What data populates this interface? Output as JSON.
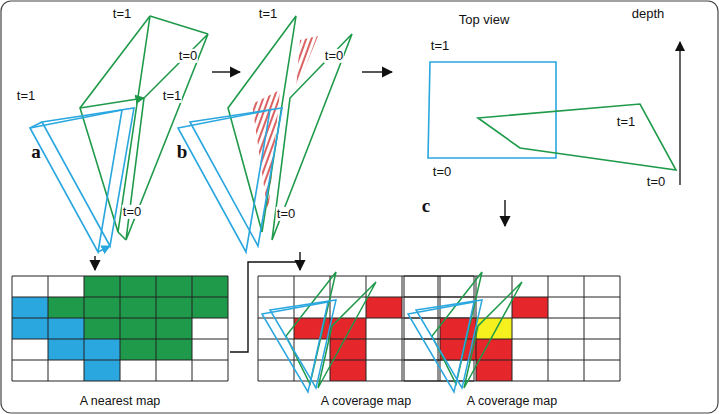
{
  "diagram": {
    "labels": [
      "t=1",
      "t=1",
      "t=0",
      "t=0",
      "a",
      "t=1",
      "t=1",
      "t=0",
      "t=0",
      "b",
      "Top view",
      "depth",
      "t=1",
      "t=0",
      "t=1",
      "t=0",
      "c",
      "A nearest map",
      "A coverage map",
      "A coverage map"
    ]
  }
}
